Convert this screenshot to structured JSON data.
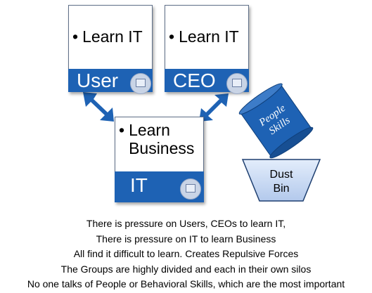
{
  "cards": {
    "user": {
      "bullet": "•",
      "text": "Learn IT",
      "label": "User"
    },
    "ceo": {
      "bullet": "•",
      "text": "Learn IT",
      "label": "CEO"
    },
    "it": {
      "bullet": "•",
      "text": "Learn\nBusiness",
      "label": "IT"
    }
  },
  "scroll": {
    "label_line1": "People",
    "label_line2": "Skills"
  },
  "bin": {
    "label_line1": "Dust",
    "label_line2": "Bin"
  },
  "caption": [
    "There is pressure on Users, CEOs to learn IT,",
    "There is pressure on IT to learn Business",
    "All find it difficult to learn. Creates Repulsive Forces",
    "The Groups are highly divided and each in their own silos",
    "No one talks of People or Behavioral Skills, which are the most important"
  ],
  "colors": {
    "accent": "#1e62b4",
    "bin": "#c6d8f3"
  }
}
